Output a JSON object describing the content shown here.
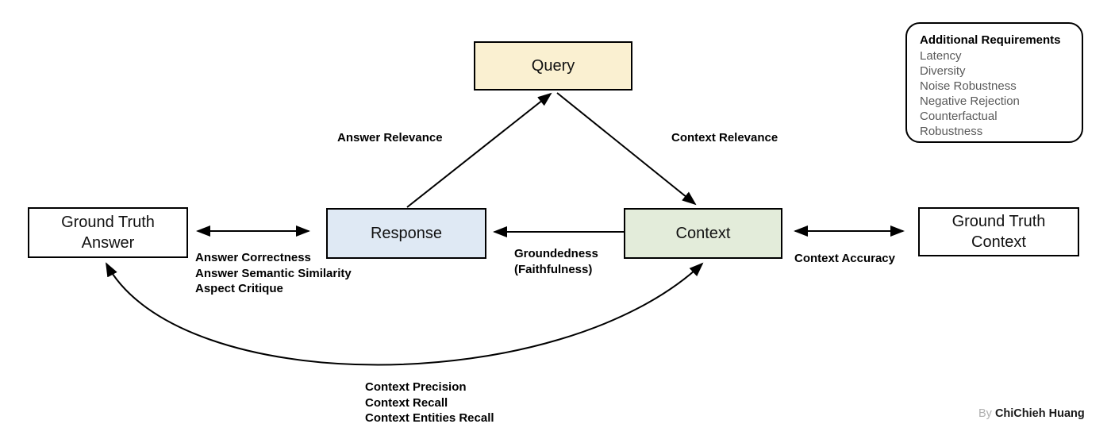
{
  "nodes": {
    "query": {
      "label": "Query",
      "fill": "#FAF0D1"
    },
    "response": {
      "label": "Response",
      "fill": "#DFE9F4"
    },
    "context": {
      "label": "Context",
      "fill": "#E3ECDA"
    },
    "ground_truth_answer": {
      "line1": "Ground Truth",
      "line2": "Answer",
      "fill": "#FFFFFF"
    },
    "ground_truth_context": {
      "line1": "Ground Truth",
      "line2": "Context",
      "fill": "#FFFFFF"
    }
  },
  "edge_labels": {
    "answer_relevance": "Answer Relevance",
    "context_relevance": "Context Relevance",
    "answer_metrics": [
      "Answer Correctness",
      "Answer Semantic Similarity",
      "Aspect Critique"
    ],
    "groundedness_line1": "Groundedness",
    "groundedness_line2": "(Faithfulness)",
    "context_accuracy": "Context Accuracy",
    "context_metrics": [
      "Context Precision",
      "Context Recall",
      "Context Entities Recall"
    ]
  },
  "additional_requirements": {
    "title": "Additional Requirements",
    "items": [
      "Latency",
      "Diversity",
      "Noise Robustness",
      "Negative Rejection",
      "Counterfactual",
      "Robustness"
    ]
  },
  "credit": {
    "prefix": "By",
    "author": "ChiChieh Huang"
  },
  "colors": {
    "box_border": "#000000",
    "arrow": "#000000",
    "muted_text": "#5A5A5A",
    "credit_prefix": "#B0B0B0"
  }
}
